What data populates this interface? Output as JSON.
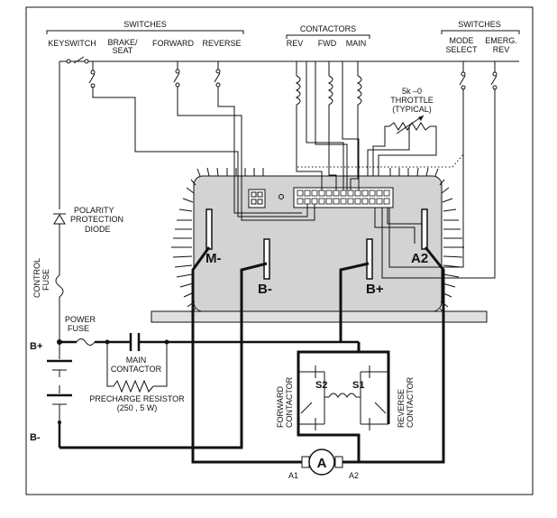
{
  "headers": {
    "switches_left": "SWITCHES",
    "contactors": "CONTACTORS",
    "switches_right": "SWITCHES"
  },
  "switch_labels": {
    "keyswitch": "KEYSWITCH",
    "brake_seat_1": "BRAKE/",
    "brake_seat_2": "SEAT",
    "forward": "FORWARD",
    "reverse": "REVERSE",
    "mode_select_1": "MODE",
    "mode_select_2": "SELECT",
    "emerg_rev_1": "EMERG.",
    "emerg_rev_2": "REV"
  },
  "contactor_labels": {
    "rev": "REV",
    "fwd": "FWD",
    "main": "MAIN"
  },
  "throttle": {
    "line1": "5k  –0",
    "line2": "THROTTLE",
    "line3": "(TYPICAL)"
  },
  "diode": {
    "line1": "POLARITY",
    "line2": "PROTECTION",
    "line3": "DIODE"
  },
  "control_fuse": {
    "line1": "CONTROL",
    "line2": "FUSE"
  },
  "power_fuse": {
    "line1": "POWER",
    "line2": "FUSE"
  },
  "main_contactor": {
    "line1": "MAIN",
    "line2": "CONTACTOR"
  },
  "precharge": {
    "line1": "PRECHARGE RESISTOR",
    "line2": "(250   , 5 W)"
  },
  "terminals": {
    "m_minus": "M-",
    "b_minus": "B-",
    "b_plus": "B+",
    "a2": "A2"
  },
  "battery": {
    "b_plus": "B+",
    "b_minus": "B-"
  },
  "fwd_contactor": {
    "line1": "FORWARD",
    "line2": "CONTACTOR"
  },
  "rev_contactor": {
    "line1": "REVERSE",
    "line2": "CONTACTOR"
  },
  "field": {
    "s1": "S1",
    "s2": "S2"
  },
  "motor": {
    "symbol": "A",
    "a1": "A1",
    "a2": "A2"
  }
}
